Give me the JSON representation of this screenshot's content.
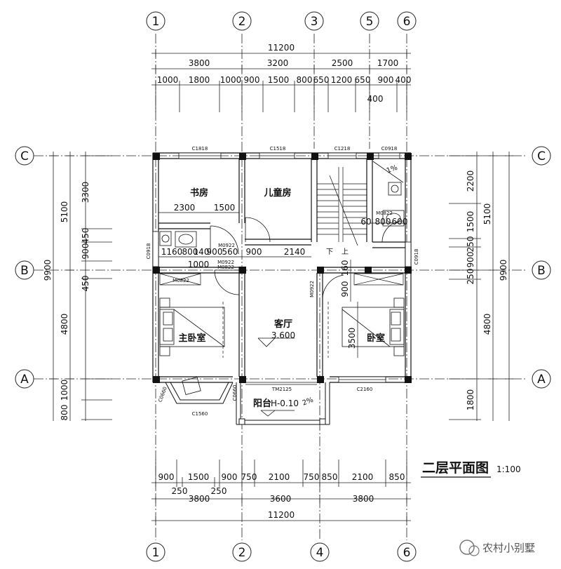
{
  "drawing": {
    "title": "二层平面图",
    "scale": "1:100",
    "watermark": "农村小别墅"
  },
  "axes": {
    "top": [
      "1",
      "2",
      "3",
      "5",
      "6"
    ],
    "bottom": [
      "1",
      "2",
      "4",
      "6"
    ],
    "left": [
      "C",
      "B",
      "A"
    ],
    "right": [
      "C",
      "B",
      "A"
    ]
  },
  "top_dims": {
    "total": "11200",
    "row2": [
      "3800",
      "3200",
      "2500",
      "1700"
    ],
    "row3": [
      "1000",
      "1800",
      "1000",
      "900",
      "1500",
      "800",
      "650",
      "1200",
      "650",
      "900",
      "400"
    ],
    "extra": "400"
  },
  "bottom_dims": {
    "row1": [
      "900",
      "1500",
      "900",
      "750",
      "2100",
      "750",
      "850",
      "2100",
      "850"
    ],
    "row1b": [
      "250",
      "250"
    ],
    "row2": [
      "3800",
      "3600",
      "3800"
    ],
    "total": "11200"
  },
  "left_dims": {
    "total": "9900",
    "row2": [
      "5100",
      "4800"
    ],
    "row3": [
      "3300",
      "450",
      "900",
      "450",
      "1000",
      "800"
    ]
  },
  "right_dims": {
    "total": "9900",
    "row2": [
      "5100",
      "4800"
    ],
    "row3": [
      "2200",
      "1500",
      "250",
      "900",
      "250",
      "1800"
    ]
  },
  "rooms": {
    "study": "书房",
    "kids": "儿童房",
    "master": "主卧室",
    "living": "客厅",
    "living_elev": "3.600",
    "bedroom": "卧室",
    "balcony": "阳台",
    "balcony_elev": "H-0.10",
    "balcony_slope": "2%",
    "bath_slope": "1%",
    "stair_down": "下",
    "stair_up": "上"
  },
  "tags": {
    "c1818": "C1818",
    "c1518": "C1518",
    "c1218": "C1218",
    "c0918_top": "C0918",
    "c0918_left": "C0918",
    "c0918_right": "C0918",
    "m0822_a": "M0822",
    "m0822_b": "M0822",
    "m0822_c": "M0822",
    "m0922_a": "M0922",
    "m0922_b": "M0922",
    "m0922_c": "M0922",
    "c1560": "C1560",
    "c0660_l": "C0660",
    "c0660_r": "C0660",
    "tm2125": "TM2125",
    "c2160": "C2160"
  },
  "inner_dims": {
    "d2300": "2300",
    "d1500": "1500",
    "d1160": "1160",
    "d800": "800",
    "d140": "140",
    "d900": "900",
    "d560": "560",
    "d900b": "900",
    "d2140": "2140",
    "d1000": "1000",
    "d60": "60",
    "d800b": "800",
    "d600": "600",
    "d160": "160",
    "d900c": "900",
    "d3500": "3500"
  }
}
